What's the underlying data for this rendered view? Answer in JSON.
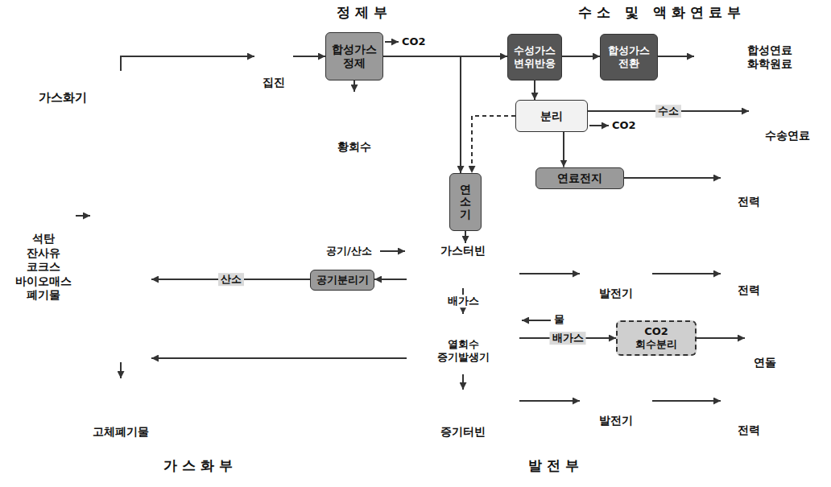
{
  "diagram": {
    "nodes": [
      {
        "text": [
          "정제부"
        ]
      },
      {
        "text": [
          "집진"
        ],
        "in": 0
      },
      {
        "text": [
          "합성가스 정제"
        ],
        "in": 0
      },
      {
        "text": [
          "황회수"
        ],
        "in": 0
      },
      {
        "text": [
          "수소 및 액화연료부"
        ]
      },
      {
        "text": [
          "수성가스 변위반응"
        ],
        "in": 4
      },
      {
        "text": [
          "합성가스 전환"
        ],
        "in": 4
      },
      {
        "text": [
          "합성연료 화학원료"
        ],
        "in": 4
      },
      {
        "text": [
          "분리"
        ],
        "in": 4
      },
      {
        "text": [
          "수송연료"
        ],
        "in": 4
      },
      {
        "text": [
          "가스화부"
        ]
      },
      {
        "text": [
          "석탄 잔사유 코크스 바이오매스 폐기물"
        ],
        "in": 10
      },
      {
        "text": [
          "가스화기"
        ],
        "in": 10
      },
      {
        "text": [
          "고체폐기물"
        ],
        "in": 10
      },
      {
        "text": [
          "공기분리기"
        ],
        "in": 10
      },
      {
        "text": [
          "연소기"
        ]
      },
      {
        "text": [
          "발전부"
        ]
      },
      {
        "text": [
          "가스터빈"
        ],
        "in": 16
      },
      {
        "text": [
          "열회수 증기발생기"
        ],
        "in": 16
      },
      {
        "text": [
          "증기터빈"
        ],
        "in": 16
      },
      {
        "text": [
          "연료전지"
        ],
        "in": 16
      },
      {
        "text": [
          "전력"
        ],
        "in": 16
      },
      {
        "text": [
          "발전기"
        ],
        "in": 16
      },
      {
        "text": [
          "전력"
        ],
        "in": 16
      },
      {
        "text": [
          "발전기"
        ],
        "in": 16
      },
      {
        "text": [
          "전력"
        ],
        "in": 16
      },
      {
        "text": [
          "CO2 회수분리"
        ],
        "in": 16
      },
      {
        "text": [
          "연돌"
        ],
        "in": 16
      }
    ],
    "edges": [
      {
        "from": 12,
        "to": 1,
        "arrow": "to"
      },
      {
        "from": 1,
        "to": 2,
        "arrow": "to"
      },
      {
        "from": 2,
        "to": 3,
        "arrow": "to"
      },
      {
        "from": 2,
        "to": 5,
        "arrow": "to"
      },
      {
        "from": 2,
        "to": 15,
        "arrow": "to"
      },
      {
        "from": 5,
        "to": 6,
        "arrow": "to"
      },
      {
        "from": 6,
        "to": 7,
        "arrow": "to"
      },
      {
        "from": 5,
        "to": 8,
        "arrow": "to"
      },
      {
        "from": 8,
        "to": 9,
        "label": "수소",
        "arrow": "to"
      },
      {
        "from": 8,
        "to": 20,
        "arrow": "to"
      },
      {
        "from": 8,
        "to": 15,
        "arrow": "to"
      },
      {
        "from": 15,
        "to": 17,
        "arrow": "to"
      },
      {
        "from": 17,
        "to": 22,
        "arrow": "to"
      },
      {
        "from": 22,
        "to": 23,
        "arrow": "to"
      },
      {
        "from": 17,
        "to": 14,
        "arrow": "to"
      },
      {
        "from": 14,
        "to": 12,
        "label": "산소",
        "arrow": "to"
      },
      {
        "from": 17,
        "to": 18,
        "label": "배가스",
        "arrow": "to"
      },
      {
        "from": 18,
        "to": 26,
        "label": "배가스",
        "arrow": "to"
      },
      {
        "from": 26,
        "to": 27,
        "arrow": "to"
      },
      {
        "from": 18,
        "to": 12,
        "arrow": "to"
      },
      {
        "from": 18,
        "to": 19,
        "arrow": "to"
      },
      {
        "from": 19,
        "to": 24,
        "arrow": "to"
      },
      {
        "from": 24,
        "to": 25,
        "arrow": "to"
      },
      {
        "from": 20,
        "to": 21,
        "arrow": "to"
      },
      {
        "from": 11,
        "to": 12,
        "arrow": "to"
      },
      {
        "from": 12,
        "to": 13,
        "arrow": "to"
      }
    ],
    "labels": [
      "CO2",
      "CO2",
      "공기/산소",
      "물"
    ]
  }
}
